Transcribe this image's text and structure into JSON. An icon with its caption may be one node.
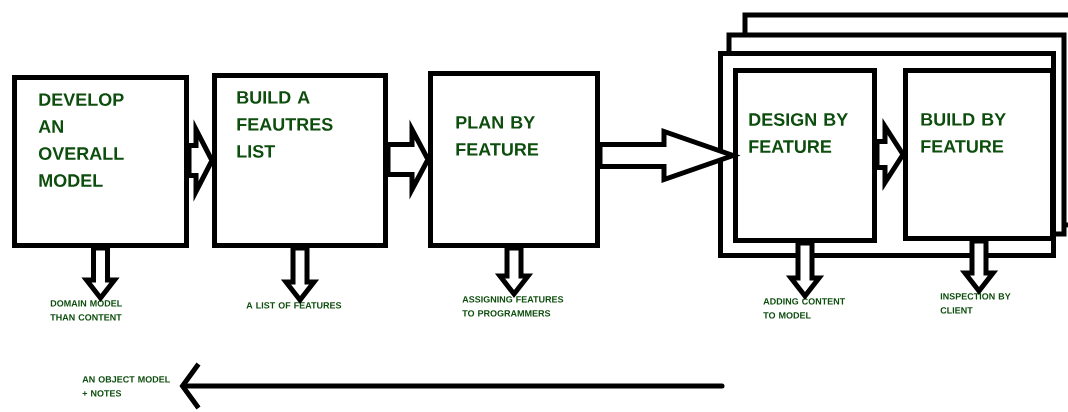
{
  "diagram": {
    "nodes": [
      {
        "text": [
          "DEVELOP AN OVERALL MODEL"
        ]
      },
      {
        "text": [
          "BUILD A FEAUTRES LIST"
        ]
      },
      {
        "text": [
          "PLAN BY FEATURE"
        ]
      },
      {
        "text": [],
        "shape": "box"
      },
      {
        "text": [
          "DESIGN BY FEATURE"
        ],
        "in": 3
      },
      {
        "text": [
          "BUILD BY FEATURE"
        ],
        "in": 3
      },
      {
        "text": [
          "DOMAIN MODEL THAN CONTENT"
        ]
      },
      {
        "text": [
          "A LIST OF FEATURES"
        ]
      },
      {
        "text": [
          "ASSIGNING FEATURES TO PROGRAMMERS"
        ]
      },
      {
        "text": [
          "ADDING CONTENT TO MODEL"
        ]
      },
      {
        "text": [
          "INSPECTION BY CLIENT"
        ]
      },
      {
        "text": [
          "AN OBJECT MODEL + NOTES"
        ]
      }
    ],
    "edges": [
      {
        "from": 0,
        "to": 1,
        "arrow": "to"
      },
      {
        "from": 1,
        "to": 2,
        "arrow": "to"
      },
      {
        "from": 2,
        "to": 4,
        "arrow": "to"
      },
      {
        "from": 4,
        "to": 5,
        "arrow": "to"
      },
      {
        "from": 0,
        "to": 6,
        "arrow": "to"
      },
      {
        "from": 1,
        "to": 7,
        "arrow": "to"
      },
      {
        "from": 2,
        "to": 8,
        "arrow": "to"
      },
      {
        "from": 4,
        "to": 9,
        "arrow": "to"
      },
      {
        "from": 5,
        "to": 10,
        "arrow": "to"
      },
      {
        "from": null,
        "to": 11,
        "arrow": "to"
      }
    ]
  }
}
